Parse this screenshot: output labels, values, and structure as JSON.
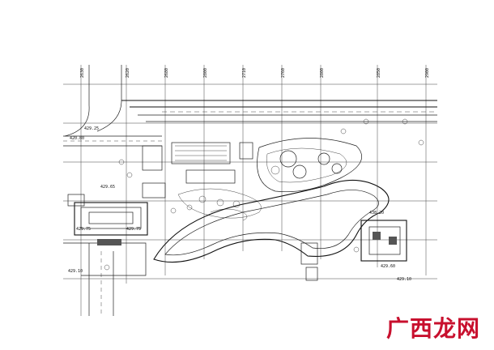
{
  "grid_labels": [
    "2630",
    "2620",
    "2680",
    "2800",
    "2710",
    "2760",
    "2800",
    "2850",
    "2900"
  ],
  "dim_labels": [
    "429.75",
    "429.75",
    "429.10",
    "429.60",
    "429.10",
    "438.20",
    "429.65",
    "420.80",
    "429.25"
  ],
  "watermark": "广西龙网"
}
